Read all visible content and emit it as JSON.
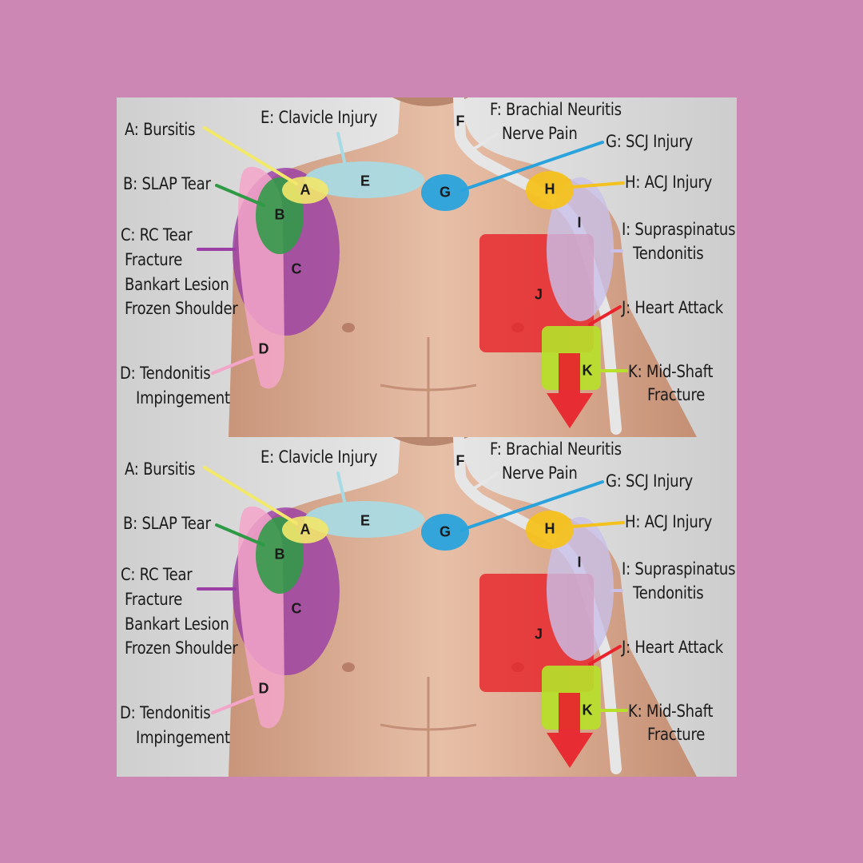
{
  "colors": {
    "background": "#cc87b5",
    "A": "#f2e86a",
    "B": "#2f9a45",
    "C": "#9b3fa6",
    "D": "#f3a6c9",
    "E": "#a6dbe6",
    "F": "#e6e6e6",
    "G": "#2aa3dc",
    "H": "#f4c21f",
    "I": "#c9c1ea",
    "J": "#e8232b",
    "K": "#b6e02a"
  },
  "diagrams": [
    {
      "labels": {
        "A": [
          "A: Bursitis"
        ],
        "E": [
          "E: Clavicle Injury"
        ],
        "B": [
          "B: SLAP Tear"
        ],
        "C": [
          "C: RC Tear",
          "Fracture",
          "Bankart Lesion",
          "Frozen Shoulder"
        ],
        "D": [
          "D: Tendonitis",
          "Impingement"
        ],
        "F": [
          "F: Brachial Neuritis",
          "Nerve Pain"
        ],
        "G": [
          "G: SCJ Injury"
        ],
        "H": [
          "H: ACJ Injury"
        ],
        "I": [
          "I: Supraspinatus",
          "Tendonitis"
        ],
        "J": [
          "J: Heart Attack"
        ],
        "K": [
          "K: Mid-Shaft",
          "Fracture"
        ]
      },
      "letters": [
        "A",
        "B",
        "C",
        "D",
        "E",
        "F",
        "G",
        "H",
        "I",
        "J",
        "K"
      ]
    },
    {
      "labels": {
        "A": [
          "A: Bursitis"
        ],
        "E": [
          "E: Clavicle Injury"
        ],
        "B": [
          "B: SLAP Tear"
        ],
        "C": [
          "C: RC Tear",
          "Fracture",
          "Bankart Lesion",
          "Frozen Shoulder"
        ],
        "D": [
          "D: Tendonitis",
          "Impingement"
        ],
        "F": [
          "F: Brachial Neuritis",
          "Nerve Pain"
        ],
        "G": [
          "G: SCJ Injury"
        ],
        "H": [
          "H: ACJ Injury"
        ],
        "I": [
          "I: Supraspinatus",
          "Tendonitis"
        ],
        "J": [
          "J: Heart Attack"
        ],
        "K": [
          "K: Mid-Shaft",
          "Fracture"
        ]
      },
      "letters": [
        "A",
        "B",
        "C",
        "D",
        "E",
        "F",
        "G",
        "H",
        "I",
        "J",
        "K"
      ]
    }
  ]
}
